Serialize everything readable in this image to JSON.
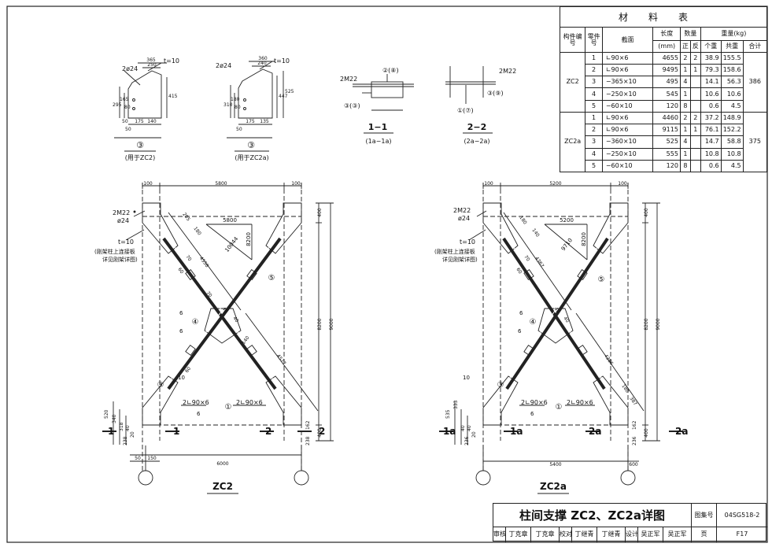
{
  "sheet": {
    "title": "柱间支撑 ZC2、ZC2a详图",
    "atlas_label": "图集号",
    "atlas_number": "04SG518-2",
    "page_label": "页",
    "page_number": "F17",
    "signatures": [
      {
        "role": "审核",
        "name": "丁克章"
      },
      {
        "role": "",
        "name": "丁克章"
      },
      {
        "role": "校对",
        "name": "丁继青"
      },
      {
        "role": "",
        "name": "丁继青"
      },
      {
        "role": "设计",
        "name": "吴正军"
      },
      {
        "role": "",
        "name": "吴正军"
      }
    ]
  },
  "material_table": {
    "title": "材料表",
    "headers": {
      "member_no": "构件编号",
      "part_no": "零件号",
      "section": "截面",
      "length": "长度",
      "length_unit": "(mm)",
      "quantity": "数量",
      "qty_pos": "正",
      "qty_neg": "反",
      "weight": "重量(kg)",
      "w_each": "个重",
      "w_total": "共重",
      "w_sum": "合计"
    },
    "groups": [
      {
        "member": "ZC2",
        "sum": "386",
        "rows": [
          {
            "part": "1",
            "section": "∟90×6",
            "length": "4655",
            "pos": "2",
            "neg": "2",
            "each": "38.9",
            "total": "155.5"
          },
          {
            "part": "2",
            "section": "∟90×6",
            "length": "9495",
            "pos": "1",
            "neg": "1",
            "each": "79.3",
            "total": "158.6"
          },
          {
            "part": "3",
            "section": "−365×10",
            "length": "495",
            "pos": "4",
            "neg": "",
            "each": "14.1",
            "total": "56.3"
          },
          {
            "part": "4",
            "section": "−250×10",
            "length": "545",
            "pos": "1",
            "neg": "",
            "each": "10.6",
            "total": "10.6"
          },
          {
            "part": "5",
            "section": "−60×10",
            "length": "120",
            "pos": "8",
            "neg": "",
            "each": "0.6",
            "total": "4.5"
          }
        ]
      },
      {
        "member": "ZC2a",
        "sum": "375",
        "rows": [
          {
            "part": "1",
            "section": "∟90×6",
            "length": "4460",
            "pos": "2",
            "neg": "2",
            "each": "37.2",
            "total": "148.9"
          },
          {
            "part": "2",
            "section": "∟90×6",
            "length": "9115",
            "pos": "1",
            "neg": "1",
            "each": "76.1",
            "total": "152.2"
          },
          {
            "part": "3",
            "section": "−360×10",
            "length": "525",
            "pos": "4",
            "neg": "",
            "each": "14.7",
            "total": "58.8"
          },
          {
            "part": "4",
            "section": "−250×10",
            "length": "555",
            "pos": "1",
            "neg": "",
            "each": "10.8",
            "total": "10.8"
          },
          {
            "part": "5",
            "section": "−60×10",
            "length": "120",
            "pos": "8",
            "neg": "",
            "each": "0.6",
            "total": "4.5"
          }
        ]
      }
    ]
  },
  "details": {
    "plate_zc2": {
      "bolt": "2ø24",
      "thickness": "t=10",
      "top_width": "365",
      "top_inner": "250",
      "right_h": "415",
      "left_h": "295",
      "left_h2": "165",
      "left_h3": "80",
      "bottom_total": "50",
      "bottom_a": "175",
      "bottom_b": "140",
      "bottom_c": "50",
      "mark": "③",
      "caption": "(用于ZC2)"
    },
    "plate_zc2a": {
      "bolt": "2ø24",
      "thickness": "t=10",
      "top_width": "360",
      "top_inner": "240",
      "right_h": "447",
      "right_h2": "525",
      "left_h": "310",
      "left_h2": "180",
      "left_h3": "80",
      "bottom_a": "175",
      "bottom_b": "135",
      "bottom_c": "50",
      "mark": "③",
      "caption": "(用于ZC2a)"
    },
    "section_11": {
      "bolt": "2M22",
      "label_top": "②(⑧)",
      "label_left": "③(③)",
      "title": "1−1",
      "subtitle": "(1a−1a)"
    },
    "section_22": {
      "bolt": "2M22",
      "label_right": "③(⑨)",
      "label_bottom": "①(⑦)",
      "title": "2−2",
      "subtitle": "(2a−2a)"
    }
  },
  "elevation_zc2": {
    "title": "ZC2",
    "dim_top_total": "5800",
    "dim_top_left": "100",
    "dim_top_right": "100",
    "dim_bottom_total": "6000",
    "dim_bottom_a": "50",
    "dim_bottom_b": "150",
    "dim_right_total": "9000",
    "dim_right_mid": "8200",
    "dim_right_top": "400",
    "dim_right_bot": "400",
    "slope_h": "5800",
    "slope_v": "8200",
    "slope_len": "10044",
    "brace_len_1": "4558",
    "brace_len_2": "4577",
    "bolt": "2M22",
    "bolt_hole": "ø24",
    "plate_note_1": "t=10",
    "plate_note_2": "(刚架柱上连接板",
    "plate_note_3": "详见刚架详图)",
    "member_1": "2∟90×6",
    "member_2": "2∟90×6",
    "mark_1": "①",
    "mark_3": "③",
    "mark_4": "④",
    "mark_5": "⑤",
    "weld_6": "6",
    "weld_10": "10",
    "left_dims": [
      "520",
      "340",
      "318",
      "40",
      "20",
      "238"
    ],
    "right_dims": [
      "162",
      "238"
    ],
    "cut_1": "1",
    "cut_2": "2",
    "inner_dims": [
      "70",
      "60",
      "70",
      "40",
      "40",
      "205",
      "180",
      "140",
      "60"
    ]
  },
  "elevation_zc2a": {
    "title": "ZC2a",
    "dim_top_total": "5200",
    "dim_top_left": "100",
    "dim_top_right": "100",
    "dim_bottom_total": "5400",
    "dim_bottom_a": "600",
    "dim_right_total": "9000",
    "dim_right_mid": "8200",
    "dim_right_top": "400",
    "dim_right_bot": "400",
    "slope_h": "5200",
    "slope_v": "8200",
    "slope_len": "9710",
    "brace_len_1": "4367",
    "brace_len_2": "4386",
    "bolt": "2M22",
    "bolt_hole": "ø24",
    "plate_note_1": "t=10",
    "plate_note_2": "(刚架柱上连接板",
    "plate_note_3": "详见刚架详图)",
    "member_1": "2∟90×6",
    "member_2": "2∟90×6",
    "mark_1": "①",
    "mark_3": "③",
    "mark_4": "④",
    "mark_5": "⑤",
    "weld_6": "6",
    "weld_10": "10",
    "left_dims": [
      "535",
      "333",
      "40",
      "40",
      "20",
      "236"
    ],
    "right_dims": [
      "162",
      "236"
    ],
    "cut_1": "1a",
    "cut_2": "2a",
    "inner_dims": [
      "70",
      "60",
      "40",
      "40",
      "180",
      "140",
      "387",
      "180"
    ]
  }
}
